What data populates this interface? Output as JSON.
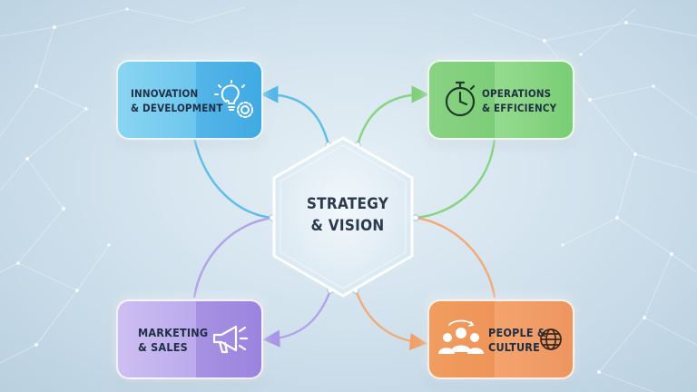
{
  "center": {
    "line1": "STRATEGY",
    "line2": "& VISION"
  },
  "cards": {
    "innovation": {
      "line1": "INNOVATION",
      "line2": "& DEVELOPMENT",
      "icon": "lightbulb-gear-icon",
      "color": "#6cc6ee"
    },
    "operations": {
      "line1": "OPERATIONS",
      "line2": "& EFFICIENCY",
      "icon": "stopwatch-icon",
      "color": "#8ed889"
    },
    "marketing": {
      "line1": "MARKETING",
      "line2": "& SALES",
      "icon": "megaphone-icon",
      "color": "#b9a8ec"
    },
    "people": {
      "line1": "PEOPLE &",
      "line2": "CULTURE",
      "icon": "team-globe-icon",
      "color": "#f3a06a"
    }
  }
}
